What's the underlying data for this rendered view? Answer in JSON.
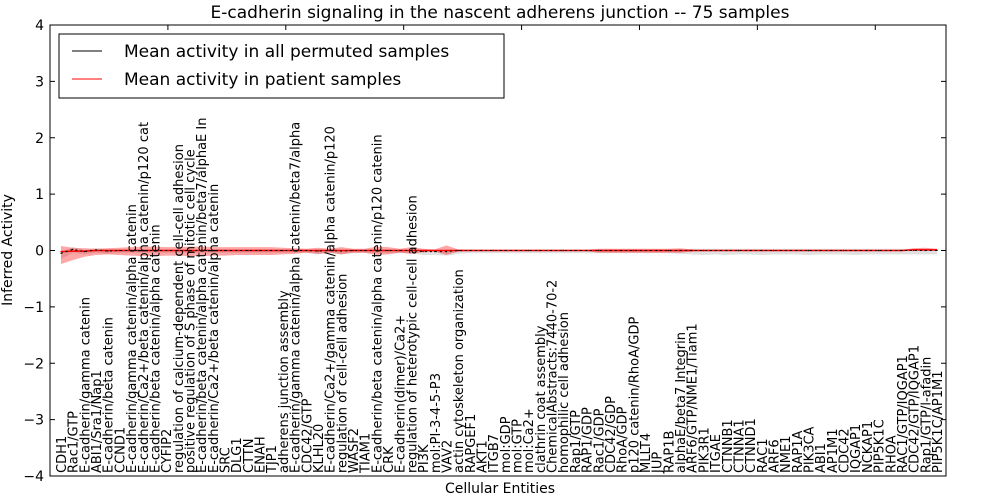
{
  "chart_data": {
    "type": "line",
    "title": "E-cadherin signaling in the nascent adherens junction -- 75 samples",
    "xlabel": "Cellular Entities",
    "ylabel": "Inferred Activity",
    "ylim": [
      -4,
      4
    ],
    "yticks": [
      "4",
      "3",
      "2",
      "1",
      "0",
      "−1",
      "−2",
      "−3",
      "−4"
    ],
    "legend_position": "top-left",
    "grid": false,
    "categories": [
      "CDH1",
      "Rac1/GTP",
      "E-cadherin/gamma catenin",
      "ABI1/Sra1/Nap1",
      "E-cadherin/beta catenin",
      "CCND1",
      "E-cadherin/gamma catenin/alpha catenin",
      "E-cadherin/Ca2+/beta catenin/alpha catenin/p120 cat",
      "E-cadherin/beta catenin/alpha catenin",
      "CYFIP2",
      "regulation of calcium-dependent cell-cell adhesion",
      "positive regulation of S phase of mitotic cell cycle",
      "E-cadherin/beta catenin/alpha catenin/beta7/alphaE In",
      "E-cadherin/Ca2+/beta catenin/alpha catenin",
      "SRC",
      "DLG1",
      "CTTN",
      "ENAH",
      "TJP1",
      "adherens junction assembly",
      "E-cadherin/gamma catenin/alpha catenin/beta7/alpha",
      "CDC42/GTP",
      "KLHL20",
      "E-cadherin/Ca2+/gamma catenin/alpha catenin/p120",
      "regulation of cell-cell adhesion",
      "WASF2",
      "TIAM1",
      "E-cadherin/beta catenin/alpha catenin/p120 catenin",
      "CRK",
      "E-cadherin(dimer)/Ca2+",
      "regulation of heterotypic cell-cell adhesion",
      "PI3K",
      "mol:PI-3-4-5-P3",
      "VAV2",
      "actin cytoskeleton organization",
      "RAPGEF1",
      "AKT1",
      "ITGB7",
      "mol:GDP",
      "mol:GTP",
      "mol:Ca2+",
      "clathrin coat assembly",
      "ChemicalAbstracts:7440-70-2",
      "homophilic cell adhesion",
      "Rap1/GTP",
      "RAP1/GDP",
      "Rac1/GDP",
      "CDC42/GDP",
      "RhoA/GDP",
      "p120 catenin/RhoA/GDP",
      "MLLT4",
      "JUP",
      "RAP1B",
      "alphaE/beta7 Integrin",
      "ARF6/GTP/NME1/Tiam1",
      "PIK3R1",
      "ITGAE",
      "CTNNB1",
      "CTNNA1",
      "CTNND1",
      "RAC1",
      "ARF6",
      "NME1",
      "RAP1A",
      "PIK3CA",
      "ABI1",
      "AP1M1",
      "CDC42",
      "IQGAP1",
      "NCKAP1",
      "PIP5K1C",
      "RHOA",
      "RAC1/GTP/IQGAP1",
      "CDC42/GTP/IQGAP1",
      "Rap1/GTP/l-afadin",
      "PIP5K1C/AP1M1"
    ],
    "series": [
      {
        "name": "Mean activity in all permuted samples",
        "color": "#000000",
        "values": [
          -0.05,
          0.02,
          -0.02,
          0.01,
          -0.01,
          0,
          0,
          0,
          0,
          0,
          0,
          0,
          0,
          0,
          0,
          0,
          0,
          0,
          0,
          0,
          0,
          0,
          -0.01,
          0,
          -0.01,
          0,
          0,
          0,
          0,
          0,
          0,
          -0.02,
          -0.02,
          -0.02,
          0,
          0,
          0,
          0,
          0,
          0,
          0,
          0,
          0,
          0,
          0,
          0,
          0,
          0,
          0,
          0,
          0,
          0,
          0,
          0,
          0,
          0,
          0,
          0,
          0,
          0,
          0,
          0,
          0,
          0,
          0,
          0,
          0,
          0,
          0,
          0,
          0,
          0,
          0,
          0,
          0,
          0
        ],
        "band_upper": [
          0.02,
          0.04,
          0.03,
          0.03,
          0.03,
          0.02,
          0.02,
          0.02,
          0.02,
          0.02,
          0.02,
          0.02,
          0.02,
          0.02,
          0.02,
          0.02,
          0.02,
          0.02,
          0.02,
          0.02,
          0.02,
          0.02,
          0.02,
          0.02,
          0.02,
          0.02,
          0.02,
          0.02,
          0.02,
          0.02,
          0.02,
          0.02,
          0.02,
          0.02,
          0.02,
          0.02,
          0.02,
          0.02,
          0.02,
          0.02,
          0.02,
          0.02,
          0.02,
          0.02,
          0.02,
          0.02,
          0.02,
          0.02,
          0.02,
          0.02,
          0.02,
          0.02,
          0.02,
          0.02,
          0.03,
          0.03,
          0.03,
          0.03,
          0.03,
          0.03,
          0.03,
          0.03,
          0.03,
          0.03,
          0.03,
          0.03,
          0.03,
          0.03,
          0.03,
          0.03,
          0.03,
          0.03,
          0.03,
          0.03,
          0.03,
          0.03
        ],
        "band_lower": [
          -0.1,
          -0.06,
          -0.05,
          -0.05,
          -0.05,
          -0.04,
          -0.04,
          -0.04,
          -0.04,
          -0.04,
          -0.04,
          -0.04,
          -0.04,
          -0.04,
          -0.04,
          -0.04,
          -0.04,
          -0.04,
          -0.04,
          -0.04,
          -0.04,
          -0.04,
          -0.06,
          -0.04,
          -0.06,
          -0.05,
          -0.04,
          -0.05,
          -0.05,
          -0.05,
          -0.05,
          -0.06,
          -0.06,
          -0.07,
          -0.06,
          -0.05,
          -0.05,
          -0.05,
          -0.05,
          -0.05,
          -0.05,
          -0.05,
          -0.05,
          -0.05,
          -0.05,
          -0.05,
          -0.05,
          -0.05,
          -0.05,
          -0.05,
          -0.05,
          -0.05,
          -0.05,
          -0.06,
          -0.07,
          -0.08,
          -0.07,
          -0.08,
          -0.07,
          -0.07,
          -0.08,
          -0.07,
          -0.07,
          -0.07,
          -0.08,
          -0.07,
          -0.07,
          -0.07,
          -0.08,
          -0.07,
          -0.07,
          -0.07,
          -0.07,
          -0.07,
          -0.07,
          -0.07
        ]
      },
      {
        "name": "Mean activity in patient samples",
        "color": "#ff0000",
        "values": [
          -0.02,
          -0.01,
          -0.01,
          0,
          0,
          0,
          0,
          0,
          0,
          0,
          0,
          0,
          0,
          0,
          0,
          0,
          0,
          0,
          0,
          0,
          0,
          0,
          0,
          0,
          0,
          0,
          0,
          0,
          0,
          0,
          0,
          0,
          0,
          0,
          0,
          0,
          0,
          0,
          0,
          0,
          0,
          0,
          0,
          0,
          0,
          0,
          0,
          0,
          0,
          0,
          0,
          0,
          0,
          0,
          0,
          0,
          0,
          0,
          0,
          0,
          0,
          0,
          0,
          0,
          0,
          0,
          0,
          0,
          0,
          0,
          0,
          0,
          0,
          0.01,
          0.01,
          0.01
        ],
        "band_upper": [
          0.1,
          0.06,
          0.05,
          0.03,
          0.04,
          0.05,
          0.06,
          0.07,
          0.07,
          0.06,
          0.06,
          0.07,
          0.07,
          0.06,
          0.06,
          0.06,
          0.06,
          0.06,
          0.06,
          0.05,
          0.04,
          0.03,
          0.05,
          0.03,
          0.06,
          0.03,
          0.03,
          0.07,
          0.06,
          0.03,
          0.06,
          0.03,
          0.02,
          0.09,
          0.02,
          0.01,
          0.01,
          0.01,
          0.01,
          0.01,
          0.01,
          0.01,
          0.01,
          0.01,
          0.01,
          0.01,
          0.03,
          0.03,
          0.03,
          0.03,
          0.03,
          0.03,
          0.03,
          0.04,
          0.02,
          0.01,
          0.01,
          0.01,
          0.01,
          0.01,
          0.01,
          0.01,
          0.01,
          0.01,
          0.01,
          0.01,
          0.01,
          0.01,
          0.01,
          0.01,
          0.01,
          0.01,
          0.01,
          0.03,
          0.04,
          0.02
        ],
        "band_lower": [
          -0.22,
          -0.16,
          -0.1,
          -0.08,
          -0.07,
          -0.08,
          -0.09,
          -0.1,
          -0.1,
          -0.09,
          -0.09,
          -0.1,
          -0.1,
          -0.09,
          -0.09,
          -0.08,
          -0.08,
          -0.08,
          -0.08,
          -0.07,
          -0.06,
          -0.04,
          -0.06,
          -0.04,
          -0.07,
          -0.04,
          -0.04,
          -0.08,
          -0.07,
          -0.04,
          -0.06,
          -0.03,
          -0.02,
          -0.08,
          -0.02,
          -0.01,
          -0.01,
          -0.01,
          -0.01,
          -0.01,
          -0.01,
          -0.01,
          -0.01,
          -0.01,
          -0.01,
          -0.01,
          -0.04,
          -0.04,
          -0.04,
          -0.04,
          -0.04,
          -0.04,
          -0.04,
          -0.04,
          -0.02,
          -0.01,
          -0.01,
          -0.01,
          -0.01,
          -0.01,
          -0.01,
          -0.01,
          -0.01,
          -0.01,
          -0.01,
          -0.01,
          -0.01,
          -0.01,
          -0.01,
          -0.01,
          -0.01,
          -0.01,
          -0.01,
          -0.01,
          -0.02,
          -0.01
        ]
      }
    ]
  }
}
